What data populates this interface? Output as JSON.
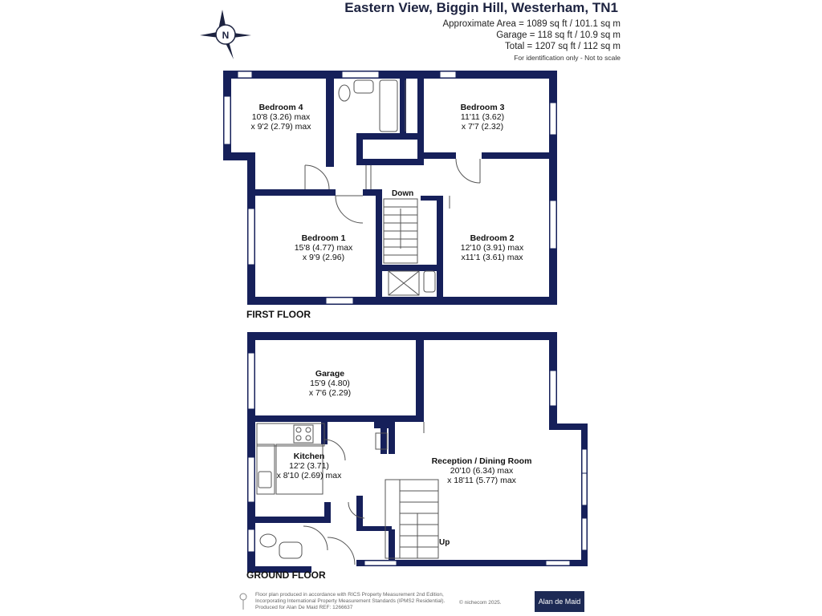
{
  "header": {
    "title": "Eastern View, Biggin Hill, Westerham, TN1",
    "area_line": "Approximate Area = 1089 sq ft / 101.1 sq m",
    "garage_line": "Garage = 118 sq ft / 10.9 sq m",
    "total_line": "Total = 1207 sq ft / 112 sq m",
    "note": "For identification only - Not to scale"
  },
  "compass": {
    "letter": "N"
  },
  "first_floor": {
    "label": "FIRST FLOOR",
    "down_label": "Down",
    "rooms": [
      {
        "name": "Bedroom 4",
        "dim1": "10'8 (3.26) max",
        "dim2": "x 9'2 (2.79) max"
      },
      {
        "name": "Bedroom 3",
        "dim1": "11'11 (3.62)",
        "dim2": "x 7'7 (2.32)"
      },
      {
        "name": "Bedroom 1",
        "dim1": "15'8 (4.77) max",
        "dim2": "x 9'9 (2.96)"
      },
      {
        "name": "Bedroom 2",
        "dim1": "12'10 (3.91) max",
        "dim2": "x11'1 (3.61) max"
      }
    ]
  },
  "ground_floor": {
    "label": "GROUND FLOOR",
    "up_label": "Up",
    "rooms": [
      {
        "name": "Garage",
        "dim1": "15'9 (4.80)",
        "dim2": "x 7'6 (2.29)"
      },
      {
        "name": "Kitchen",
        "dim1": "12'2 (3.71)",
        "dim2": "x 8'10 (2.69) max"
      },
      {
        "name": "Reception / Dining Room",
        "dim1": "20'10 (6.34) max",
        "dim2": "x 18'11 (5.77) max"
      }
    ]
  },
  "footer": {
    "line1": "Floor plan produced in accordance with RICS Property Measurement 2nd Edition,",
    "line2": "Incorporating International Property Measurement Standards (IPMS2 Residential).",
    "line3": "Produced for Alan De Maid   REF: 1266637",
    "copyright": "© nichecom 2025.",
    "brand": "Alan de Maid"
  },
  "colors": {
    "wall": "#16205a",
    "window": "#ffffff",
    "fixture": "#555555"
  }
}
